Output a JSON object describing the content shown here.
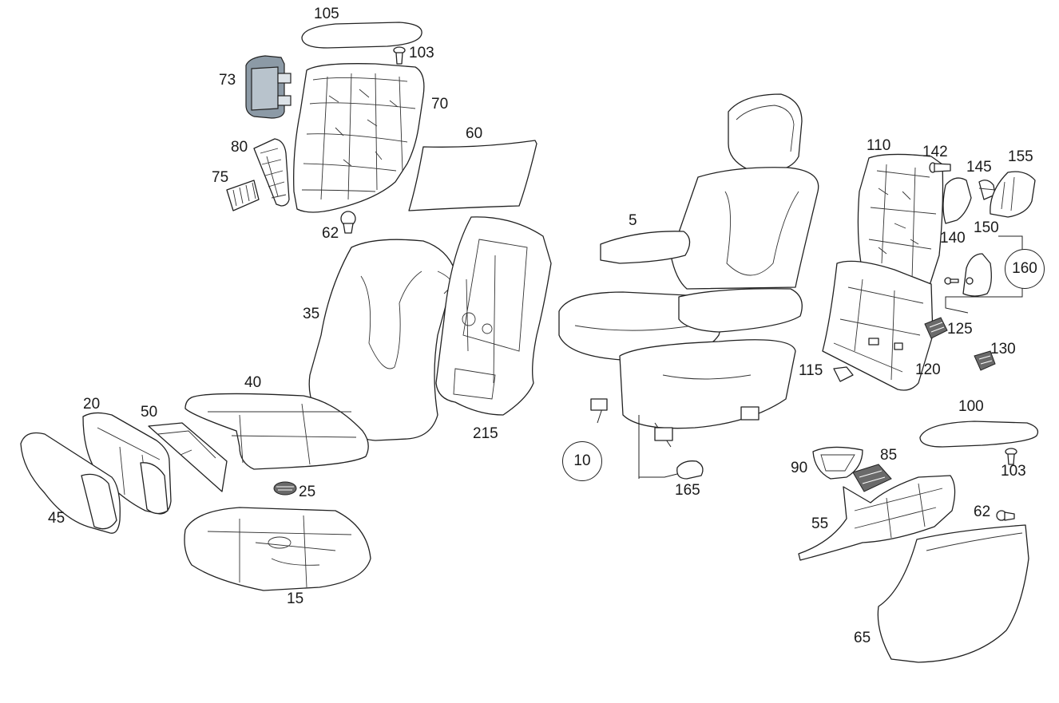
{
  "diagram": {
    "accent_color": "#8c9aa6",
    "labels": {
      "p5": "5",
      "p10": "10",
      "p15": "15",
      "p20": "20",
      "p25": "25",
      "p35": "35",
      "p40": "40",
      "p45": "45",
      "p50": "50",
      "p55": "55",
      "p60": "60",
      "p62a": "62",
      "p62b": "62",
      "p65": "65",
      "p70": "70",
      "p73": "73",
      "p75": "75",
      "p80": "80",
      "p85": "85",
      "p90": "90",
      "p100": "100",
      "p103a": "103",
      "p103b": "103",
      "p105": "105",
      "p110": "110",
      "p115": "115",
      "p120": "120",
      "p125": "125",
      "p130": "130",
      "p140": "140",
      "p142": "142",
      "p145": "145",
      "p150": "150",
      "p155": "155",
      "p160": "160",
      "p165": "165",
      "p215": "215"
    }
  }
}
